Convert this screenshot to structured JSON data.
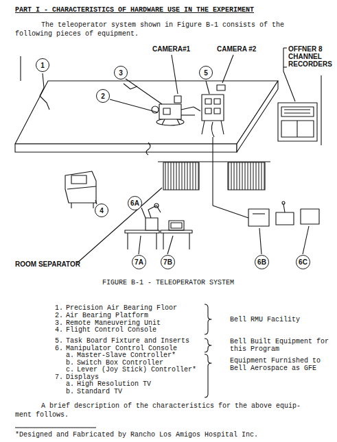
{
  "diagram": {
    "title": "PART I - CHARACTERISTICS OF HARDWARE USE IN THE EXPERIMENT",
    "caption": "FIGURE B-1 - TELEOPERATOR SYSTEM",
    "nodes": [
      {
        "text": [
          "1"
        ]
      },
      {
        "text": [
          "3"
        ]
      },
      {
        "text": [
          "5"
        ]
      },
      {
        "text": [
          "2"
        ]
      },
      {
        "text": [
          "4"
        ]
      },
      {
        "text": [
          "6A"
        ]
      },
      {
        "text": [
          "7A"
        ]
      },
      {
        "text": [
          "7B"
        ]
      },
      {
        "text": [
          "6B"
        ]
      },
      {
        "text": [
          "6C"
        ]
      }
    ],
    "labels": [
      "The teleoperator system shown in Figure B-1 consists of the following pieces of equipment.",
      "CAMERA#1",
      "CAMERA #2",
      "OFFNER 8 CHANNEL RECORDERS",
      "ROOM SEPARATOR",
      "1.",
      "Precision Air Bearing Floor",
      "2.",
      "Air Bearing Platform",
      "3.",
      "Remote Maneuvering Unit",
      "4.",
      "Flight Control Console",
      "Bell RMU Facility",
      "5.",
      "Task Board Fixture and Inserts",
      "6.",
      "Manipulator Control Console",
      "Bell Built Equipment for this Program",
      "a.",
      "Master-Slave Controller*",
      "b.",
      "Switch Box Controller",
      "c.",
      "Lever (Joy Stick) Controller*",
      "Equipment Furnished to Bell Aerospace as GFE",
      "7.",
      "Displays",
      "a.",
      "High Resolution TV",
      "b.",
      "Standard TV",
      "A brief description of the characteristics for the above equip- ment follows.",
      "*Designed and Fabricated by Rancho Los Amigos Hospital Inc."
    ]
  }
}
